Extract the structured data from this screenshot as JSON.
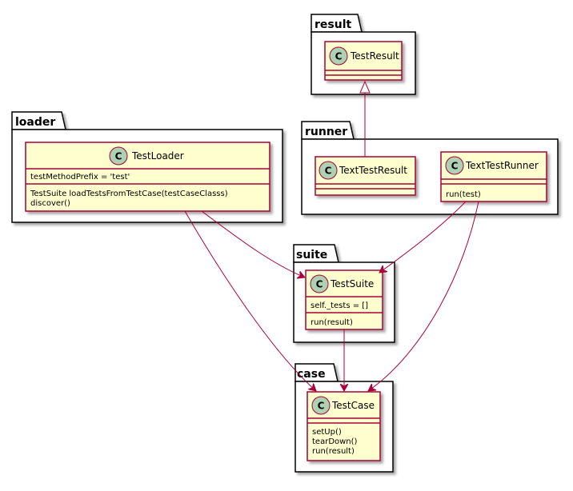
{
  "packages": {
    "result": {
      "label": "result"
    },
    "runner": {
      "label": "runner"
    },
    "loader": {
      "label": "loader"
    },
    "suite": {
      "label": "suite"
    },
    "case": {
      "label": "case"
    }
  },
  "class_marker": "C",
  "classes": {
    "test_result": {
      "name": "TestResult"
    },
    "text_test_result": {
      "name": "TextTestResult"
    },
    "text_test_runner": {
      "name": "TextTestRunner",
      "methods": [
        "run(test)"
      ]
    },
    "test_loader": {
      "name": "TestLoader",
      "fields": [
        "testMethodPrefix = 'test'"
      ],
      "methods": [
        "TestSuite loadTestsFromTestCase(testCaseClasss)",
        "discover()"
      ]
    },
    "test_suite": {
      "name": "TestSuite",
      "fields": [
        "self._tests = []"
      ],
      "methods": [
        "run(result)"
      ]
    },
    "test_case": {
      "name": "TestCase",
      "methods": [
        "setUp()",
        "tearDown()",
        "run(result)"
      ]
    }
  },
  "colors": {
    "class_fill": "#FEFECE",
    "class_border": "#A80036",
    "circle_fill": "#ADD1B2",
    "package_border": "#000000",
    "arrow": "#A80036"
  }
}
